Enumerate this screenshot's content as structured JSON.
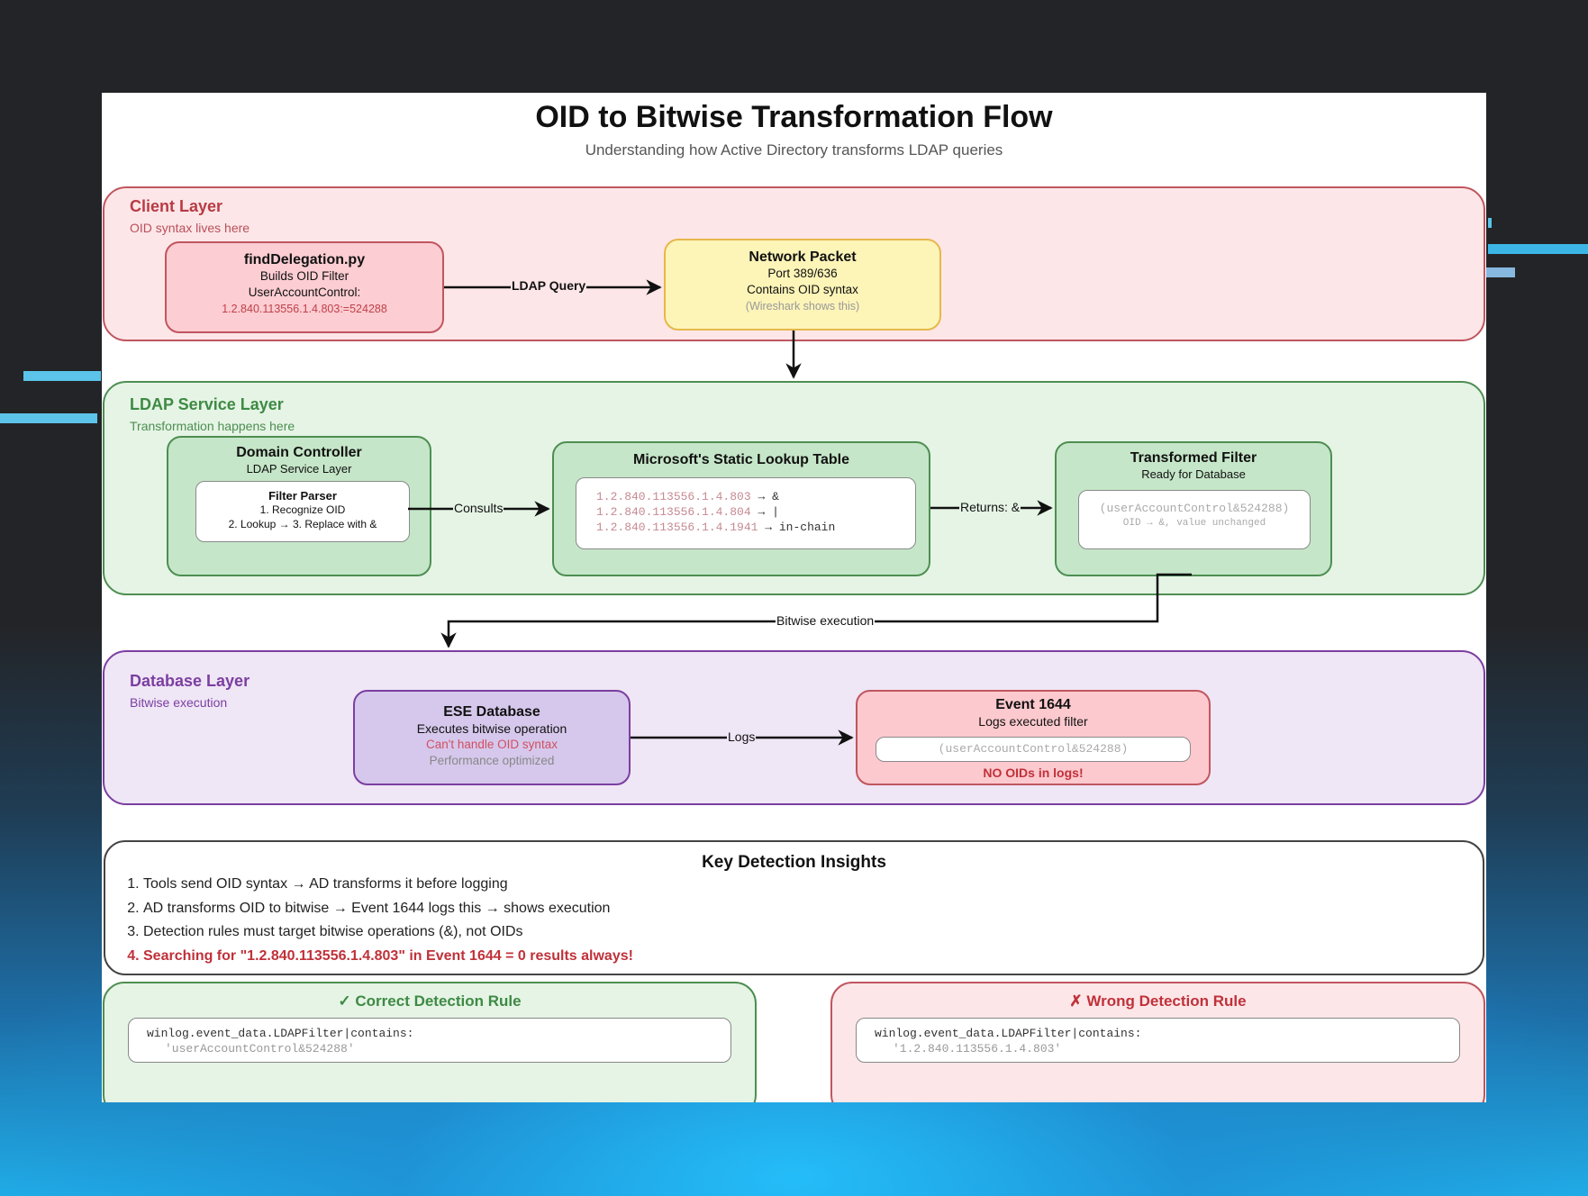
{
  "diagram": {
    "title": "OID to Bitwise Transformation Flow",
    "subtitle": "Understanding how Active Directory transforms LDAP queries",
    "colors": {
      "client_border": "#c0565f",
      "client_fill": "#fde6e8",
      "ldap_border": "#4e8e52",
      "ldap_fill": "#e5f4e5",
      "db_border": "#7b3fa0",
      "db_fill": "#efe6f6",
      "packet_border": "#e6b84a",
      "packet_fill": "#fdf4b8",
      "warning_text": "#c0313a"
    },
    "layers": {
      "client": {
        "title": "Client Layer",
        "subtitle": "OID syntax lives here",
        "find_delegation": {
          "title": "findDelegation.py",
          "line1": "Builds OID Filter",
          "line2": "UserAccountControl:",
          "line3": "1.2.840.113556.1.4.803:=524288"
        },
        "network_packet": {
          "title": "Network Packet",
          "line1": "Port 389/636",
          "line2": "Contains OID syntax",
          "line3": "(Wireshark shows this)"
        }
      },
      "ldap": {
        "title": "LDAP Service Layer",
        "subtitle": "Transformation happens here",
        "domain_controller": {
          "title": "Domain Controller",
          "line1": "LDAP Service Layer",
          "parser_title": "Filter Parser",
          "parser_line1": "1. Recognize OID",
          "parser_line2": "2. Lookup → 3. Replace with &"
        },
        "lookup_table": {
          "title": "Microsoft's Static Lookup Table",
          "rows": [
            {
              "oid": "1.2.840.113556.1.4.803",
              "arrow": "→",
              "value": "&"
            },
            {
              "oid": "1.2.840.113556.1.4.804",
              "arrow": "→",
              "value": "|"
            },
            {
              "oid": "1.2.840.113556.1.4.1941",
              "arrow": "→",
              "value": "in-chain"
            }
          ]
        },
        "transformed_filter": {
          "title": "Transformed Filter",
          "line1": "Ready for Database",
          "code": "(userAccountControl&524288)",
          "note": "OID → &, value unchanged"
        }
      },
      "database": {
        "title": "Database Layer",
        "subtitle": "Bitwise execution",
        "ese": {
          "title": "ESE Database",
          "line1": "Executes bitwise operation",
          "line2": "Can't handle OID syntax",
          "line3": "Performance optimized"
        },
        "event": {
          "title": "Event 1644",
          "line1": "Logs executed filter",
          "code": "(userAccountControl&524288)",
          "warning": "NO OIDs in logs!"
        }
      }
    },
    "edges": {
      "ldap_query": "LDAP Query",
      "consults": "Consults",
      "returns": "Returns: &",
      "bitwise_execution": "Bitwise execution",
      "logs": "Logs"
    },
    "insights": {
      "title": "Key Detection Insights",
      "items": [
        "Tools send OID syntax → AD transforms it before logging",
        "AD transforms OID to bitwise → Event 1644 logs this → shows execution",
        "Detection rules must target bitwise operations (&), not OIDs",
        "Searching for \"1.2.840.113556.1.4.803\" in Event 1644 = 0 results always!"
      ]
    },
    "rules": {
      "correct": {
        "icon": "✓",
        "title": "Correct Detection Rule",
        "line1": "winlog.event_data.LDAPFilter|contains:",
        "line2": "'userAccountControl&524288'"
      },
      "wrong": {
        "icon": "✗",
        "title": "Wrong Detection Rule",
        "line1": "winlog.event_data.LDAPFilter|contains:",
        "line2": "'1.2.840.113556.1.4.803'"
      }
    }
  }
}
